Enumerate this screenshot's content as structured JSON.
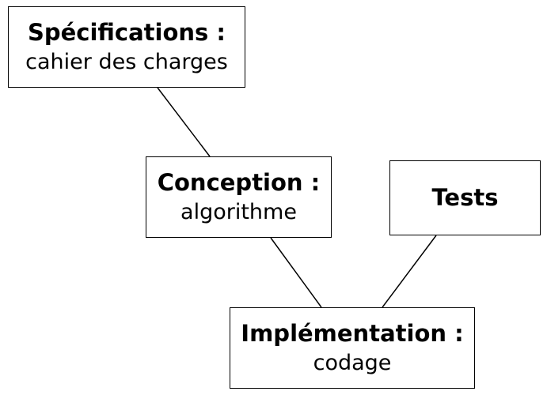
{
  "boxes": {
    "specifications": {
      "title": "Spécifications :",
      "subtitle": "cahier des charges"
    },
    "conception": {
      "title": "Conception :",
      "subtitle": "algorithme"
    },
    "tests": {
      "title": "Tests"
    },
    "implementation": {
      "title": "Implémentation :",
      "subtitle": "codage"
    }
  },
  "colors": {
    "stroke": "#000000",
    "background": "#ffffff"
  }
}
